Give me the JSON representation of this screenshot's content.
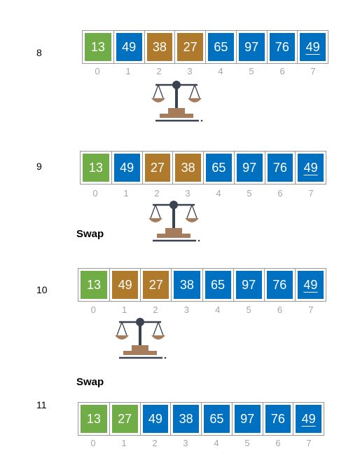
{
  "colors": {
    "green": "#70ad47",
    "blue": "#0070c0",
    "brown": "#b07a2d"
  },
  "steps": [
    {
      "number": "8",
      "values": [
        "13",
        "49",
        "38",
        "27",
        "65",
        "97",
        "76",
        "49"
      ],
      "colors": [
        "green",
        "blue",
        "brown",
        "brown",
        "blue",
        "blue",
        "blue",
        "blue"
      ],
      "indices": [
        "0",
        "1",
        "2",
        "3",
        "4",
        "5",
        "6",
        "7"
      ]
    },
    {
      "number": "9",
      "values": [
        "13",
        "49",
        "27",
        "38",
        "65",
        "97",
        "76",
        "49"
      ],
      "colors": [
        "green",
        "blue",
        "brown",
        "brown",
        "blue",
        "blue",
        "blue",
        "blue"
      ],
      "indices": [
        "0",
        "1",
        "2",
        "3",
        "4",
        "5",
        "6",
        "7"
      ],
      "action": "Swap"
    },
    {
      "number": "10",
      "values": [
        "13",
        "49",
        "27",
        "38",
        "65",
        "97",
        "76",
        "49"
      ],
      "colors": [
        "green",
        "brown",
        "brown",
        "blue",
        "blue",
        "blue",
        "blue",
        "blue"
      ],
      "indices": [
        "0",
        "1",
        "2",
        "3",
        "4",
        "5",
        "6",
        "7"
      ],
      "action": "Swap"
    },
    {
      "number": "11",
      "values": [
        "13",
        "27",
        "49",
        "38",
        "65",
        "97",
        "76",
        "49"
      ],
      "colors": [
        "green",
        "green",
        "blue",
        "blue",
        "blue",
        "blue",
        "blue",
        "blue"
      ],
      "indices": [
        "0",
        "1",
        "2",
        "3",
        "4",
        "5",
        "6",
        "7"
      ]
    }
  ],
  "icons": [
    "balance-scale-icon",
    "balance-scale-icon",
    "balance-scale-icon"
  ]
}
